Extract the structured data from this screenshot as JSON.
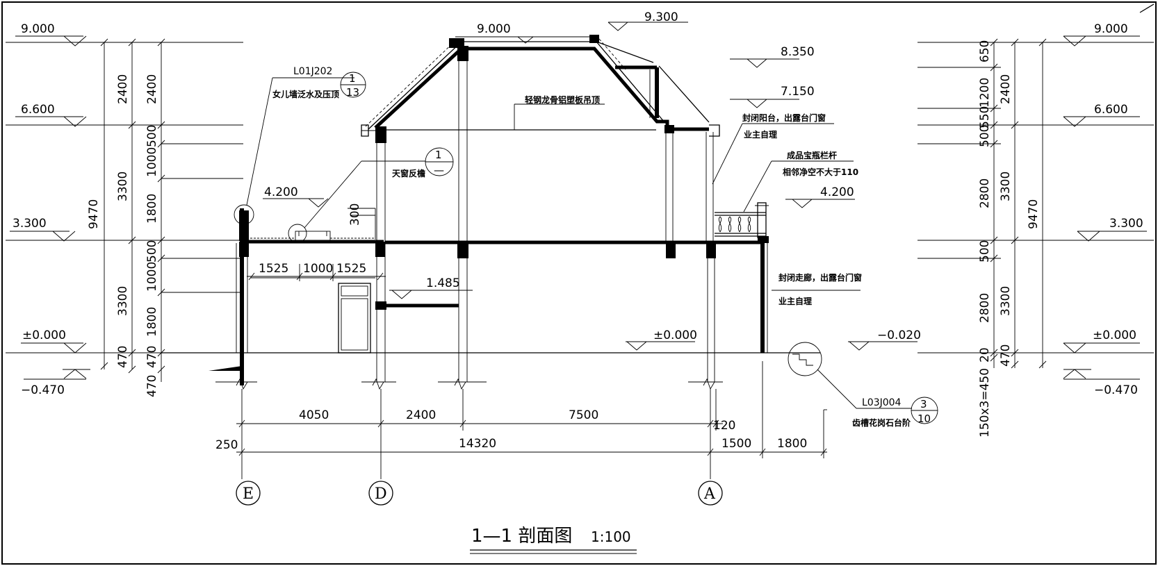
{
  "drawing_title": "1—1 剖面图",
  "scale_label": "1:100",
  "left_elevations": [
    "9.000",
    "6.600",
    "3.300",
    "±0.000",
    "−0.470"
  ],
  "right_elevations": [
    "9.000",
    "6.600",
    "3.300",
    "±0.000",
    "−0.470"
  ],
  "left_dims": {
    "outer_total": "9470",
    "outer_segments": [
      "2400",
      "3300",
      "3300",
      "470"
    ],
    "inner_segments": [
      "2400",
      "500",
      "1000",
      "1800",
      "500",
      "1000",
      "1800",
      "470"
    ],
    "below": "470"
  },
  "right_dims": {
    "outer_total": "9470",
    "segments_a": [
      "650",
      "1200",
      "550",
      "500",
      "2800",
      "500",
      "2800",
      "20"
    ],
    "segments_b": [
      "2400",
      "3300",
      "3300",
      "470"
    ],
    "stairs": "150x3=450"
  },
  "section_elevations": {
    "roof_top": "9.000",
    "roof_ridge": "9.300",
    "e_8350": "8.350",
    "e_7150": "7.150",
    "terrace_left": "4.200",
    "balcony_right": "4.200",
    "interior_1485": "1.485",
    "ground_inner": "±0.000",
    "outside_ground": "−0.020",
    "h300": "300"
  },
  "horizontal_dims": {
    "skylight": [
      "1525",
      "1000",
      "1525"
    ],
    "bays": [
      "4050",
      "2400",
      "7500",
      "120"
    ],
    "overall": [
      "250",
      "14320",
      "1500",
      "1800"
    ]
  },
  "axes": [
    "E",
    "D",
    "A"
  ],
  "notes": {
    "parapet_ref": "L01J202",
    "parapet_detail_num": "1",
    "parapet_detail_sheet": "13",
    "parapet_text": "女儿墙泛水及压顶",
    "skylight_detail_num": "1",
    "skylight_detail_sheet": "—",
    "skylight_text": "天窗反檐",
    "ceiling_text": "轻钢龙骨铝塑板吊顶",
    "balcony_text_1": "封闭阳台，出露台门窗",
    "balcony_text_2": "业主自理",
    "railing_text_1": "成品宝瓶栏杆",
    "railing_text_2": "相邻净空不大于110",
    "corridor_text_1": "封闭走廊，出露台门窗",
    "corridor_text_2": "业主自理",
    "step_ref": "L03J004",
    "step_detail_num": "3",
    "step_detail_sheet": "10",
    "step_text": "齿槽花岗石台阶"
  }
}
